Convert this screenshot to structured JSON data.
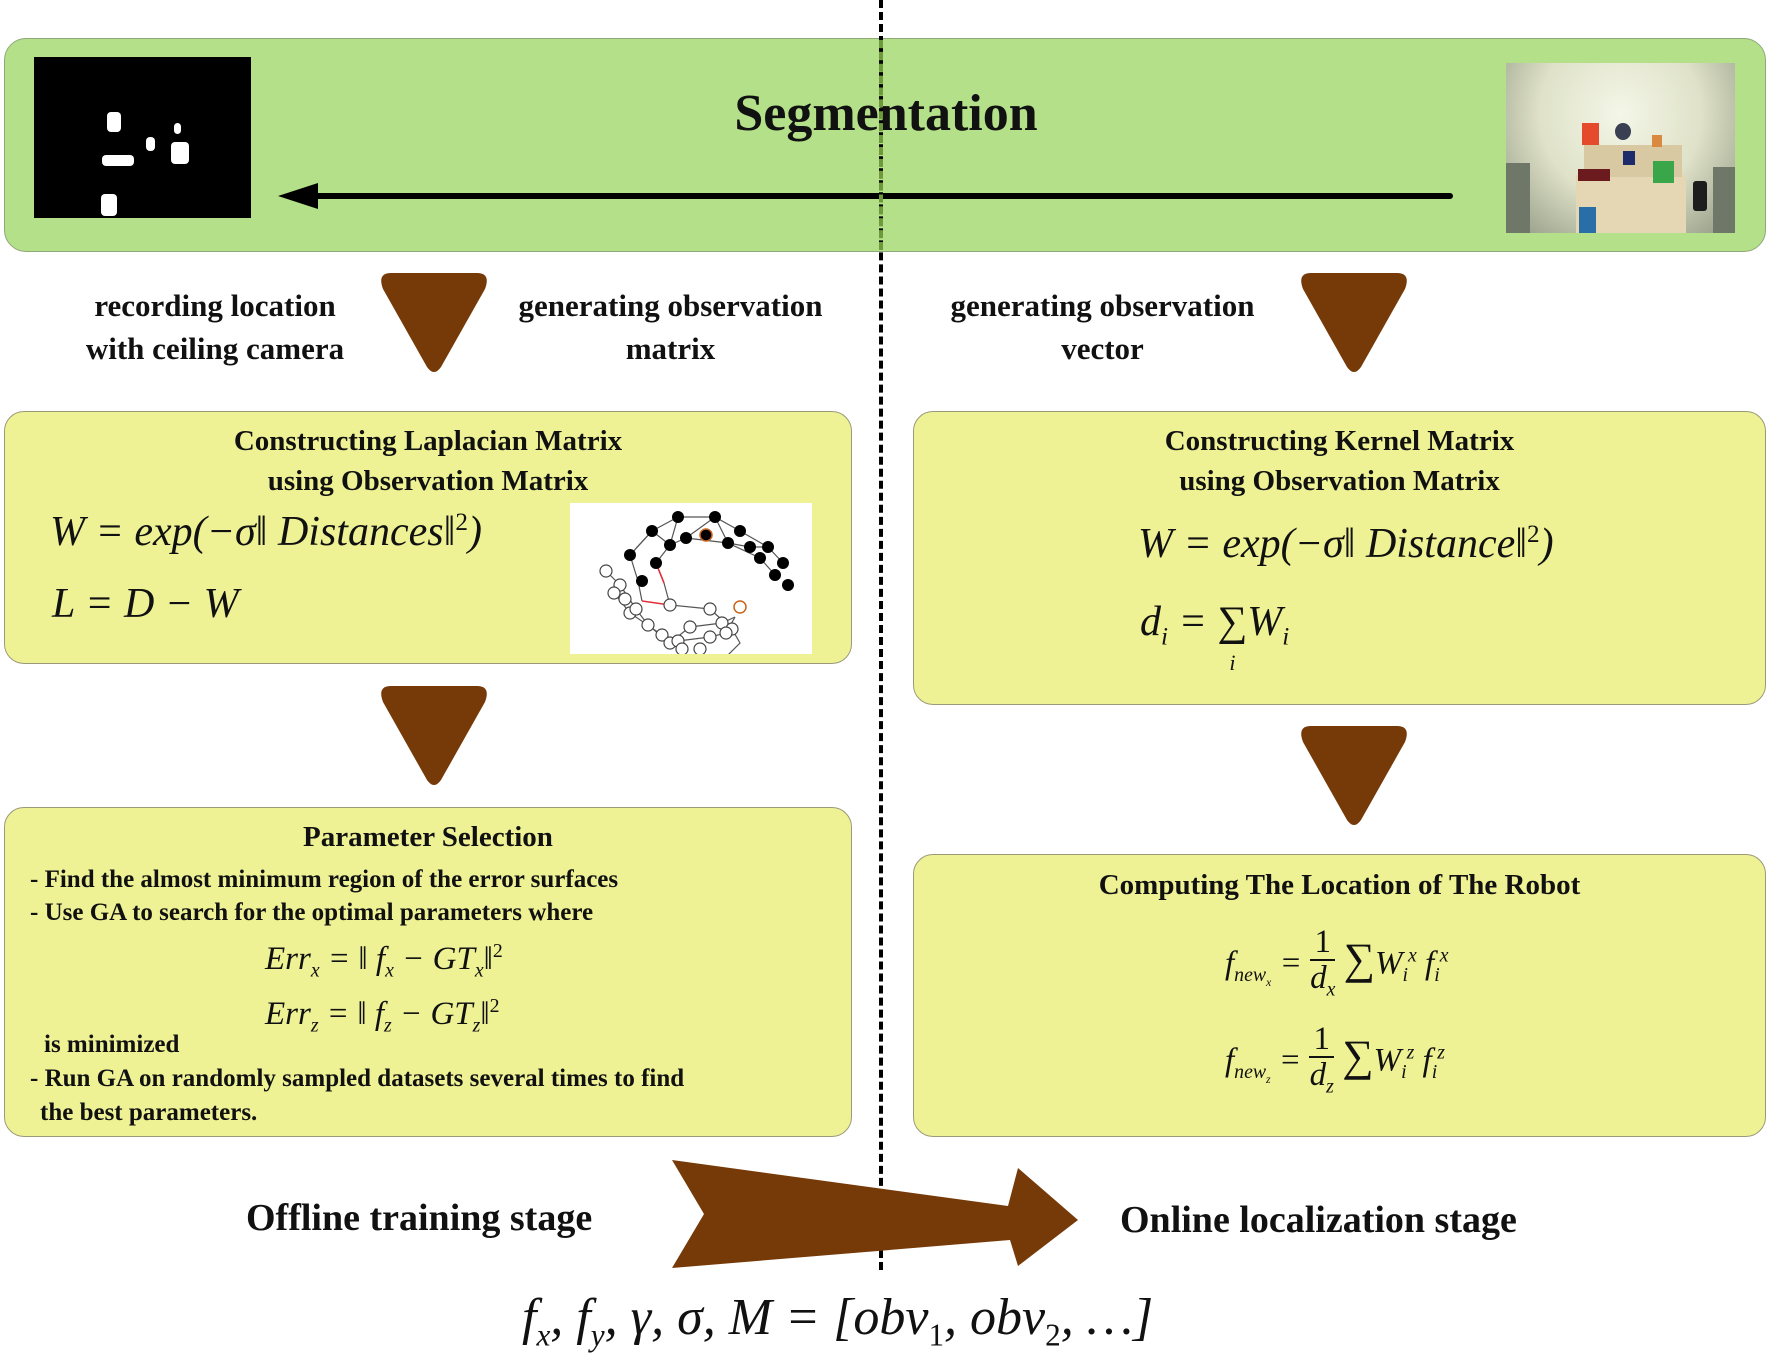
{
  "banner": {
    "title": "Segmentation",
    "left_image": "binary-segmentation-mask",
    "right_image": "room-camera-photo"
  },
  "colors": {
    "banner_green": "#b3e088",
    "box_yellow": "#eef295",
    "arrow_brown": "#763a08",
    "graph_orange": "#c8641e",
    "graph_red": "#e0303a"
  },
  "step_labels": {
    "recording": [
      "recording location",
      "with ceiling camera"
    ],
    "generating_matrix": [
      "generating observation",
      "matrix"
    ],
    "generating_vector": [
      "generating observation",
      "vector"
    ]
  },
  "offline": {
    "laplacian_box": {
      "title_lines": [
        "Constructing Laplacian Matrix",
        "using Observation Matrix"
      ],
      "eq1": "W = exp(−σ‖ Distances‖²)",
      "eq2": "L = D − W",
      "graph_image": "two-moons-graph"
    },
    "parameter_box": {
      "title": "Parameter Selection",
      "bullet1": "- Find the almost minimum region of the error surfaces",
      "bullet2": "- Use GA to search for the optimal parameters where",
      "eq_errx": "Errₓ = ‖ fₓ − GTₓ‖²",
      "eq_errz": "Err_z = ‖ f_z − GT_z‖²",
      "minimized": "is minimized",
      "bullet3_line1": "- Run GA on randomly sampled datasets several times to find",
      "bullet3_line2": "the best parameters."
    }
  },
  "online": {
    "kernel_box": {
      "title_lines": [
        "Constructing Kernel Matrix",
        "using Observation Matrix"
      ],
      "eq1": "W = exp(−σ‖ Distance‖²)",
      "eq2": "dᵢ = Σᵢ Wᵢ"
    },
    "location_box": {
      "title": "Computing The Location of The Robot",
      "eq_x": "f_newₓ = (1/dₓ) Σᵢ Wᵢˣ fᵢˣ",
      "eq_z": "f_new_z = (1/d_z) Σᵢ Wᵢᶻ fᵢᶻ"
    }
  },
  "stages": {
    "offline": "Offline training stage",
    "online": "Online localization stage",
    "transfer_eq": "fₓ, f_y, γ, σ, M = [obv₁, obv₂, …]"
  }
}
